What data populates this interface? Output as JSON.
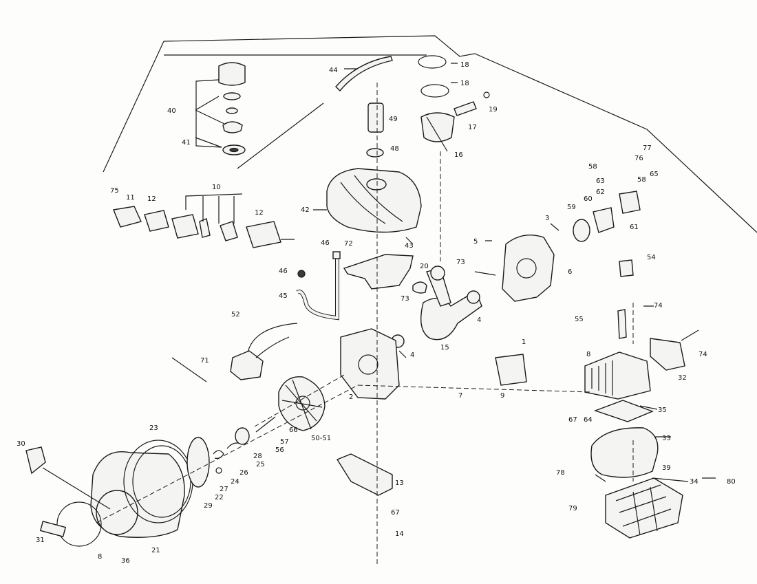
{
  "labels": {
    "l1": "1",
    "l2": "2",
    "l3": "3",
    "l4a": "4",
    "l4b": "4",
    "l5": "5",
    "l6": "6",
    "l7": "7",
    "l8a": "8",
    "l8b": "8",
    "l9": "9",
    "l10": "10",
    "l11": "11",
    "l12a": "12",
    "l12b": "12",
    "l13": "13",
    "l14": "14",
    "l15": "15",
    "l16": "16",
    "l17": "17",
    "l18a": "18",
    "l18b": "18",
    "l19": "19",
    "l20": "20",
    "l21": "21",
    "l22": "22",
    "l23": "23",
    "l24": "24",
    "l25": "25",
    "l26": "26",
    "l27": "27",
    "l28": "28",
    "l29": "29",
    "l30": "30",
    "l31": "31",
    "l32": "32",
    "l33": "33",
    "l34": "34",
    "l35": "35",
    "l36": "36",
    "l39": "39",
    "l40": "40",
    "l41": "41",
    "l42": "42",
    "l43": "43",
    "l44": "44",
    "l45": "45",
    "l46a": "46",
    "l46b": "46",
    "l49": "49",
    "l48": "48",
    "l50": "50-51",
    "l52": "52",
    "l54": "54",
    "l55": "55",
    "l56": "56",
    "l57": "57",
    "l58a": "58",
    "l58b": "58",
    "l59": "59",
    "l60": "60",
    "l61": "61",
    "l62": "62",
    "l63": "63",
    "l64": "64",
    "l65": "65",
    "l66": "66",
    "l67a": "67",
    "l67b": "67",
    "l71": "71",
    "l72": "72",
    "l73a": "73",
    "l73b": "73",
    "l74a": "74",
    "l74b": "74",
    "l75": "75",
    "l76": "76",
    "l77": "77",
    "l78": "78",
    "l79": "79",
    "l80": "80"
  }
}
